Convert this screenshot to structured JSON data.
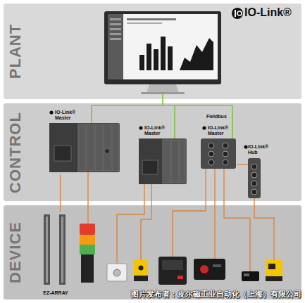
{
  "diagram": {
    "nodes": [
      {
        "text": [
          "PLANT"
        ]
      },
      {
        "text": [
          "CONTROL"
        ]
      },
      {
        "text": [
          "IO-Link® Master"
        ],
        "in": 1
      },
      {
        "text": [
          "IO-Link® Master"
        ],
        "in": 1
      },
      {
        "text": [
          "IO-Link® Master"
        ],
        "in": 1
      },
      {
        "text": [
          "IO-Link® Hub"
        ],
        "in": 1
      },
      {
        "text": [
          "DEVICE"
        ]
      },
      {
        "text": [
          "EZ-ARRAY"
        ],
        "in": 6
      }
    ],
    "edges": [
      {
        "from": 2,
        "to": 7,
        "arrow": "none"
      },
      {
        "from": 4,
        "to": 5,
        "arrow": "none"
      }
    ],
    "labels": [
      "IO-Link®",
      "Fieldbus",
      "图片发布者：皮尔磁工业自动化（上海）有限公司"
    ]
  }
}
